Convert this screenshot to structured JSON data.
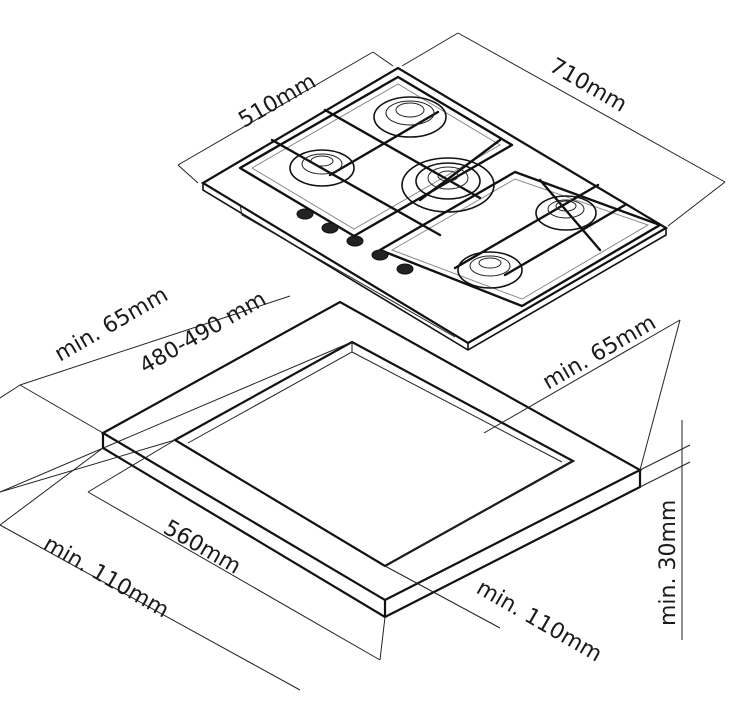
{
  "dimensions": {
    "hob_depth": "510mm",
    "hob_width": "710mm",
    "clearance_back": "min. 65mm",
    "cutout_depth": "480-490 mm",
    "clearance_right": "min. 65mm",
    "cutout_width": "560mm",
    "clearance_front": "min. 110mm",
    "clearance_side": "min. 110mm",
    "worktop_thickness": "min. 30mm"
  }
}
